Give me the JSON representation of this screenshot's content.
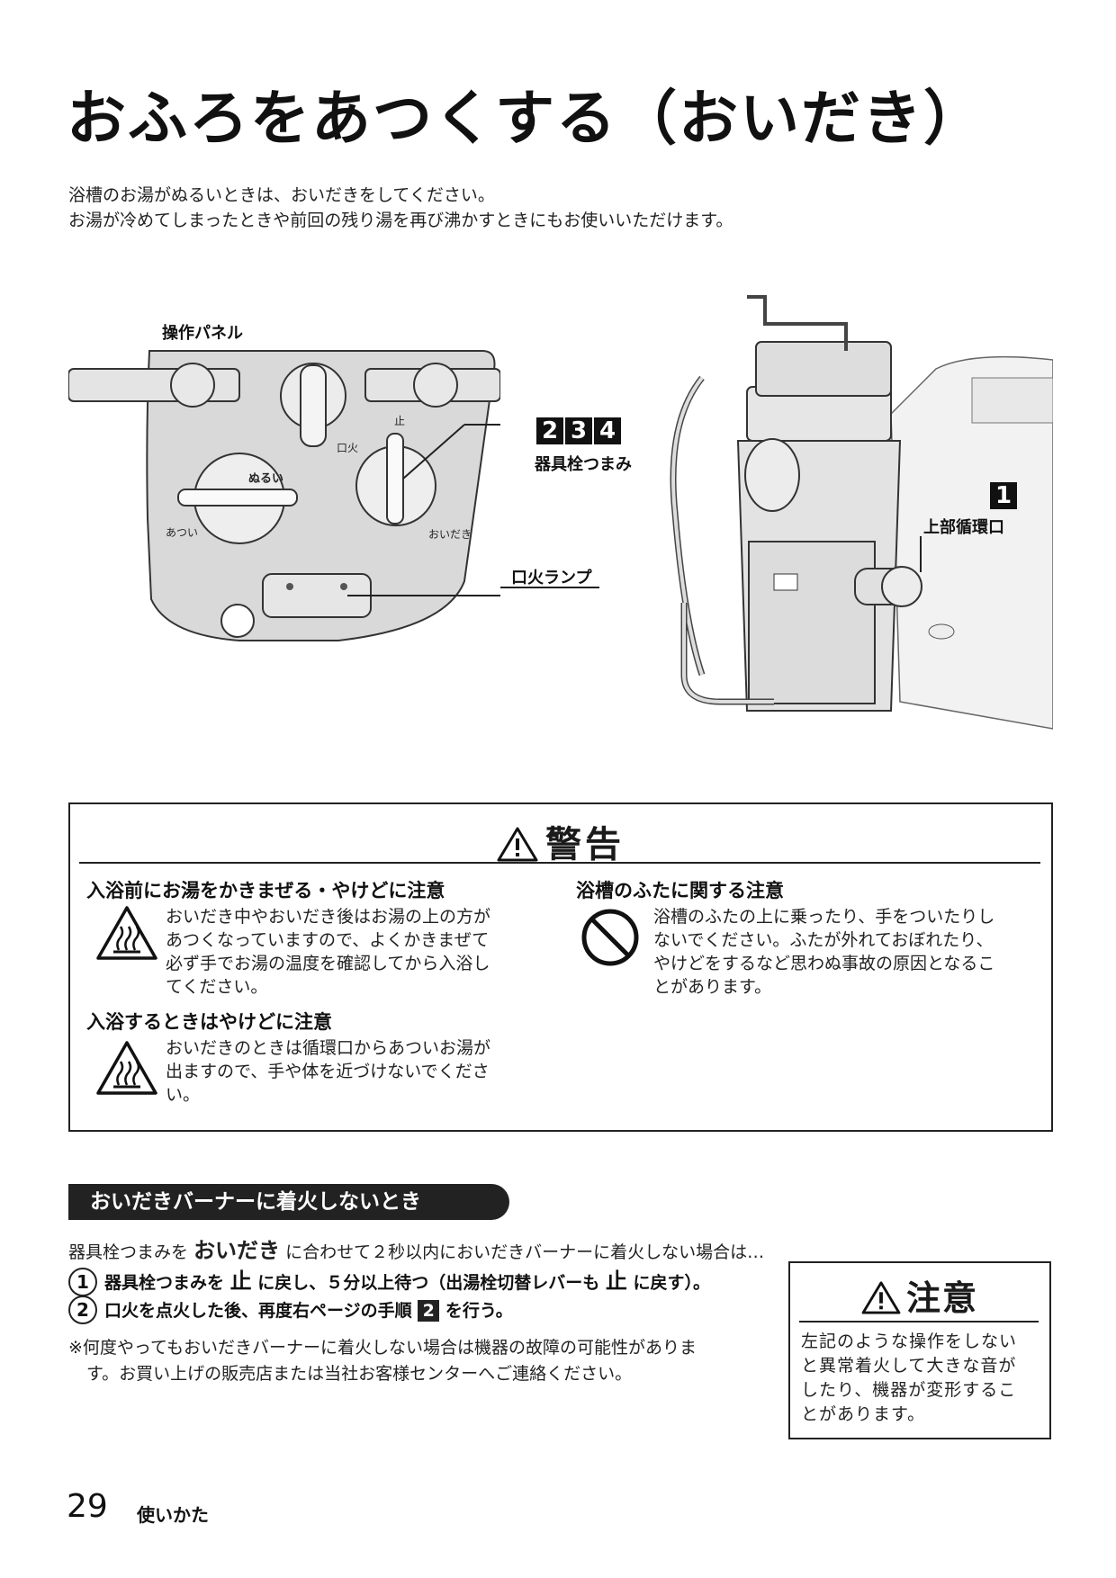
{
  "title": "おふろをあつくする（おいだき）",
  "intro": {
    "line1": "浴槽のお湯がぬるいときは、おいだきをしてください。",
    "line2": "お湯が冷めてしまったときや前回の残り湯を再び沸かすときにもお使いいただけます。"
  },
  "figure": {
    "panel_label": "操作パネル",
    "knob_label": "器具栓つまみ",
    "knob_steps": [
      "2",
      "3",
      "4"
    ],
    "pilot_label": "口火ランプ",
    "outlet_step": "1",
    "outlet_label": "上部循環口",
    "dial_labels": {
      "nurui": "ぬるい",
      "atsui": "あつい",
      "kuchibi": "口火",
      "tome": "止",
      "oidaki": "おいだき"
    }
  },
  "warning": {
    "title": "警告",
    "items": [
      {
        "heading": "入浴前にお湯をかきまぜる・やけどに注意",
        "line1": "おいだき中やおいだき後はお湯の上の方が",
        "line2": "あつくなっていますので、よくかきまぜて",
        "line3": "必ず手でお湯の温度を確認してから入浴し",
        "line4": "てください。"
      },
      {
        "heading": "入浴するときはやけどに注意",
        "line1": "おいだきのときは循環口からあついお湯が",
        "line2": "出ますので、手や体を近づけないでくださ",
        "line3": "い。"
      },
      {
        "heading": "浴槽のふたに関する注意",
        "line1": "浴槽のふたの上に乗ったり、手をついたりし",
        "line2": "ないでください。ふたが外れておぼれたり、",
        "line3": "やけどをするなど思わぬ事故の原因となるこ",
        "line4": "とがあります。"
      }
    ]
  },
  "section": {
    "title": "おいだきバーナーに着火しないとき",
    "intro_pre": "器具栓つまみを",
    "intro_bold": "おいだき",
    "intro_post": "に合わせて２秒以内においだきバーナーに着火しない場合は…",
    "step1": {
      "num": "1",
      "pre": "器具栓つまみを",
      "stop": "止",
      "mid": "に戻し、５分以上待つ（出湯栓切替レバーも",
      "stop2": "止",
      "post": "に戻す）。"
    },
    "step2": {
      "num": "2",
      "pre": "口火を点火した後、再度右ページの手順",
      "box": "2",
      "post": "を行う。"
    },
    "note_line1": "※何度やってもおいだきバーナーに着火しない場合は機器の故障の可能性がありま",
    "note_line2": "す。お買い上げの販売店または当社お客様センターへご連絡ください。"
  },
  "caution": {
    "title": "注意",
    "line1": "左記のような操作をしない",
    "line2": "と異常着火して大きな音が",
    "line3": "したり、機器が変形するこ",
    "line4": "とがあります。"
  },
  "footer": {
    "page_number": "29",
    "section": "使いかた"
  }
}
